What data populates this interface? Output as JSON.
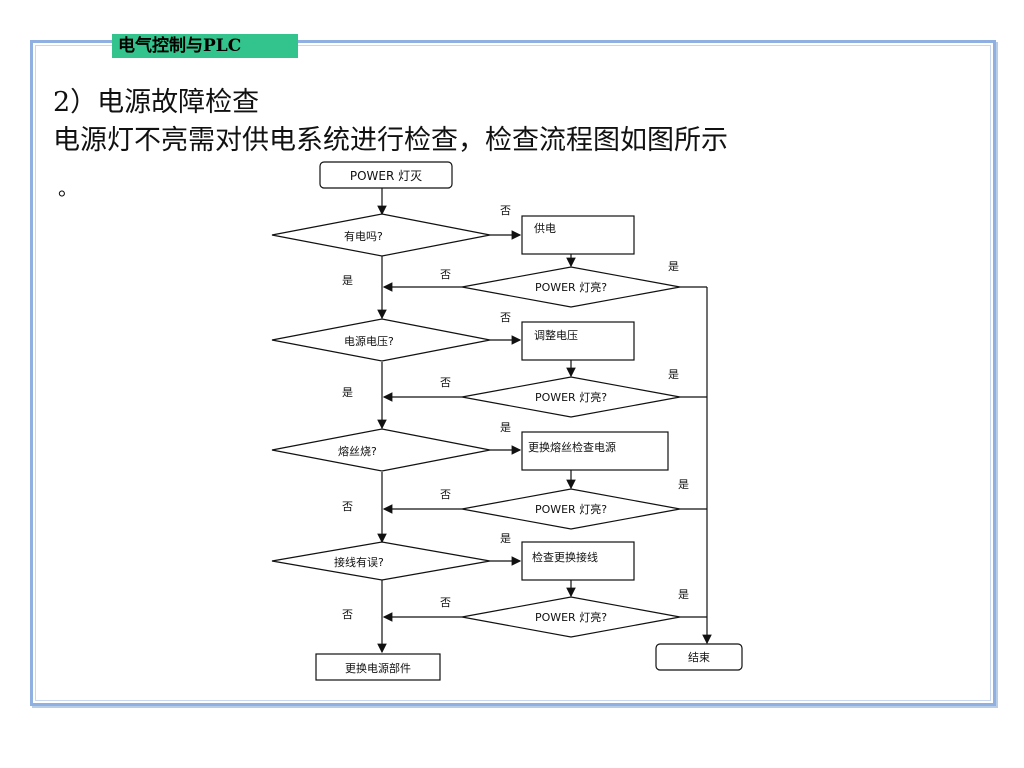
{
  "header": {
    "tag": "电气控制与PLC"
  },
  "content": {
    "heading": "2）电源故障检查",
    "line": "电源灯不亮需对供电系统进行检查，检查流程图如图所示",
    "line_cont": "。"
  },
  "flow": {
    "start": "POWER 灯灭",
    "decisions": [
      "有电吗?",
      "电源电压?",
      "熔丝烧?",
      "接线有误?"
    ],
    "actions": [
      "供电",
      "调整电压",
      "更换熔丝检查电源",
      "检查更换接线"
    ],
    "check": "POWER 灯亮?",
    "yes": "是",
    "no": "否",
    "end_fail": "更换电源部件",
    "end_ok": "结束"
  }
}
